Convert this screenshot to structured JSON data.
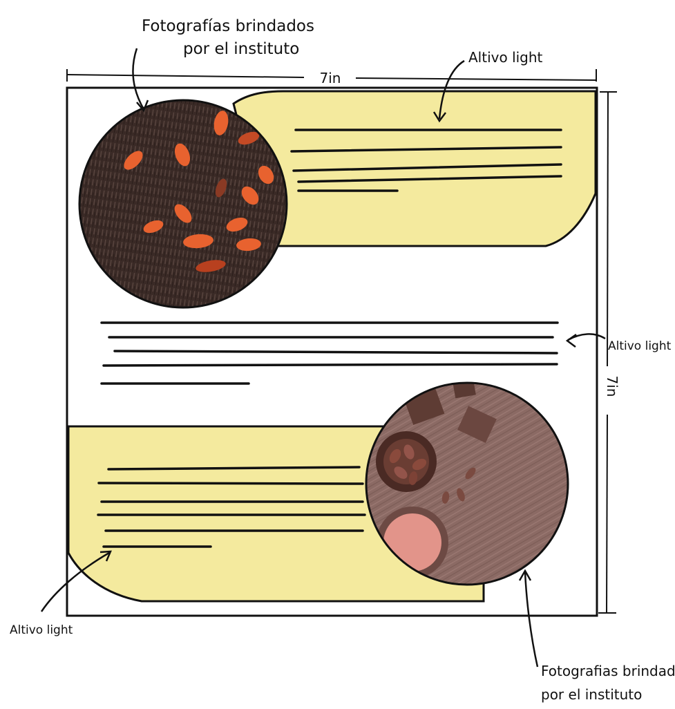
{
  "page": {
    "width_label": "7in",
    "height_label": "7in"
  },
  "annotations": {
    "photo_top": [
      "Fotografías brindados",
      "por el instituto"
    ],
    "photo_bottom": [
      "Fotografias brindadas",
      "por el instituto"
    ],
    "font_top": "Altivo light",
    "font_middle": "Altivo light",
    "font_bottom": "Altivo light"
  },
  "colors": {
    "panel_yellow": "#f4ea9e",
    "ink": "#111111",
    "photo_top_base": "#3a2a26",
    "photo_top_beans": "#e8622f",
    "photo_bottom_base": "#8b6a64",
    "photo_bottom_accent": "#e2948a"
  },
  "icons": {
    "annotation_arrow": "hand-drawn-arrow",
    "photo_top": "cacao-beans-photo",
    "photo_bottom": "cacao-bowls-photo"
  }
}
